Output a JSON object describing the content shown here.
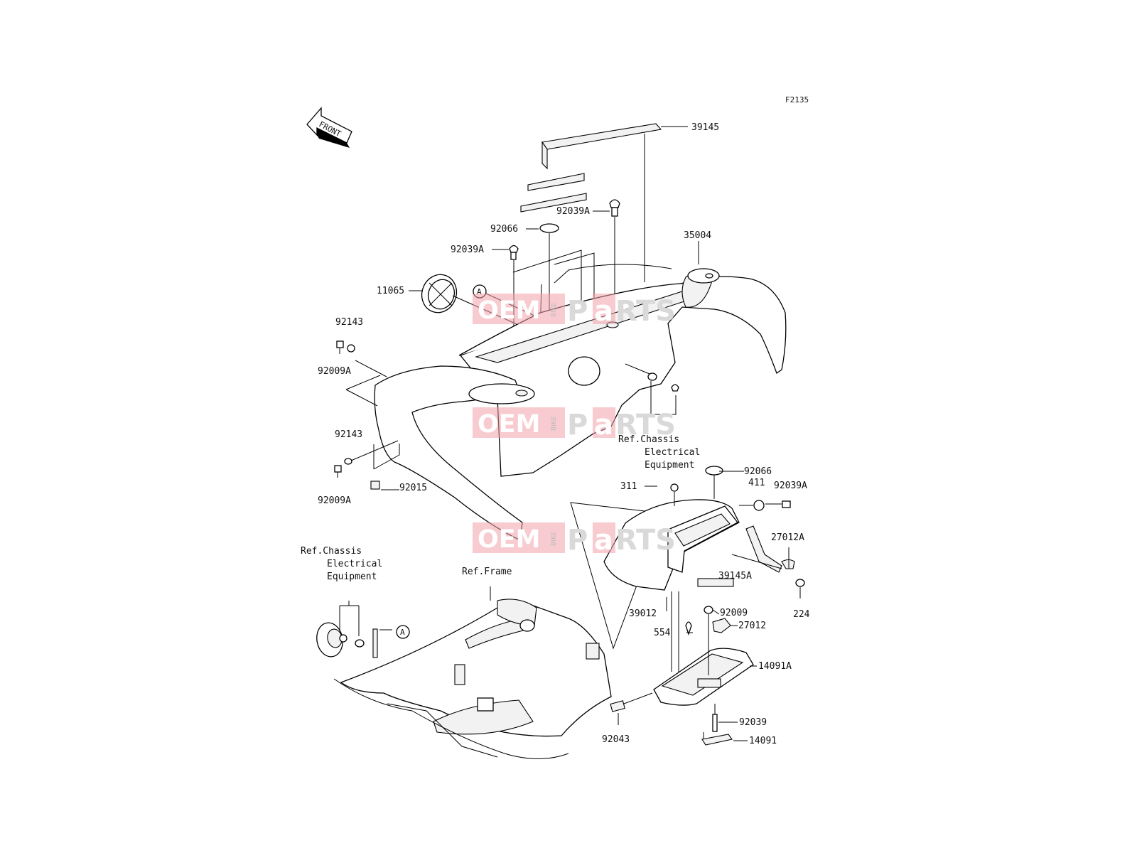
{
  "diagram_code": "F2135",
  "front_label": "FRONT",
  "watermark": {
    "oem": "OEM",
    "bike": "BIKE",
    "parts_p": "P",
    "parts_a": "a",
    "parts_rts": "RTS"
  },
  "callout_letter": "A",
  "parts": {
    "p39145": "39145",
    "p92039A_top": "92039A",
    "p92066_top": "92066",
    "p35004": "35004",
    "p92039A_left": "92039A",
    "p11065": "11065",
    "p92143_a": "92143",
    "p92009A_a": "92009A",
    "p92143_b": "92143",
    "p92009A_b": "92009A",
    "p92015": "92015",
    "p92066_right": "92066",
    "p411": "411",
    "p92039A_right": "92039A",
    "p311": "311",
    "p27012A": "27012A",
    "p39145A": "39145A",
    "p224": "224",
    "p39012": "39012",
    "p92009": "92009",
    "p27012": "27012",
    "p554": "554",
    "p14091A": "14091A",
    "p92039": "92039",
    "p92043": "92043",
    "p14091": "14091"
  },
  "refs": {
    "chassis_right": [
      "Ref.Chassis",
      "Electrical",
      "Equipment"
    ],
    "chassis_left": [
      "Ref.Chassis",
      "Electrical",
      "Equipment"
    ],
    "frame": "Ref.Frame"
  }
}
